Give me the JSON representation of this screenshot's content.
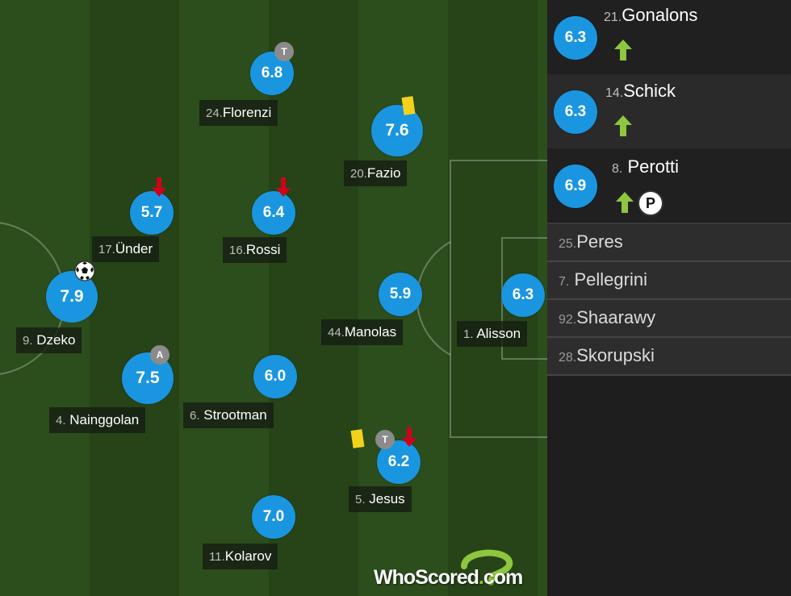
{
  "pitch": {
    "players": [
      {
        "id": "florenzi",
        "rating": "6.8",
        "number": "24.",
        "name": "Florenzi"
      },
      {
        "id": "fazio",
        "rating": "7.6",
        "number": "20.",
        "name": "Fazio"
      },
      {
        "id": "under",
        "rating": "5.7",
        "number": "17.",
        "name": "Ünder"
      },
      {
        "id": "rossi",
        "rating": "6.4",
        "number": "16.",
        "name": "Rossi"
      },
      {
        "id": "dzeko",
        "rating": "7.9",
        "number": "9.",
        "name": "Dzeko"
      },
      {
        "id": "manolas",
        "rating": "5.9",
        "number": "44.",
        "name": "Manolas"
      },
      {
        "id": "alisson",
        "rating": "6.3",
        "number": "1.",
        "name": "Alisson"
      },
      {
        "id": "nainggolan",
        "rating": "7.5",
        "number": "4.",
        "name": "Nainggolan"
      },
      {
        "id": "strootman",
        "rating": "6.0",
        "number": "6.",
        "name": "Strootman"
      },
      {
        "id": "jesus",
        "rating": "6.2",
        "number": "5.",
        "name": "Jesus"
      },
      {
        "id": "kolarov",
        "rating": "7.0",
        "number": "11.",
        "name": "Kolarov"
      }
    ],
    "badges": {
      "captain": "A",
      "tackle": "T",
      "pen": "P"
    },
    "watermark": {
      "who": "WhoScored",
      "dot": ".",
      "com": "com"
    }
  },
  "subs": [
    {
      "rating": "6.3",
      "number": "21.",
      "name": "Gonalons"
    },
    {
      "rating": "6.3",
      "number": "14.",
      "name": "Schick"
    },
    {
      "rating": "6.9",
      "number": "8.",
      "name": "Perotti"
    }
  ],
  "bench": [
    {
      "number": "25.",
      "name": "Peres"
    },
    {
      "number": "7.",
      "name": "Pellegrini"
    },
    {
      "number": "92.",
      "name": "Shaarawy"
    },
    {
      "number": "28.",
      "name": "Skorupski"
    }
  ],
  "colors": {
    "rating": "#1a95e0",
    "sub_on": "#8ec63f",
    "sub_off": "#d0021b",
    "yellow": "#f3d21b"
  },
  "icons": [
    "substitution-off-icon",
    "substitution-on-icon",
    "yellow-card-icon",
    "goal-ball-icon",
    "captain-icon",
    "tackle-icon",
    "penalty-icon"
  ]
}
